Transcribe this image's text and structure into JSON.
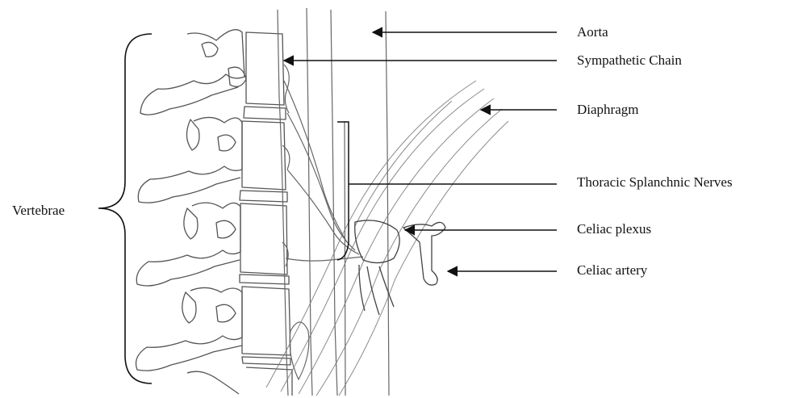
{
  "labels": {
    "aorta": "Aorta",
    "sympathetic_chain": "Sympathetic Chain",
    "diaphragm": "Diaphragm",
    "thoracic_splanchnic_nerves": "Thoracic Splanchnic Nerves",
    "celiac_plexus": "Celiac plexus",
    "celiac_artery": "Celiac artery",
    "vertebrae": "Vertebrae"
  }
}
